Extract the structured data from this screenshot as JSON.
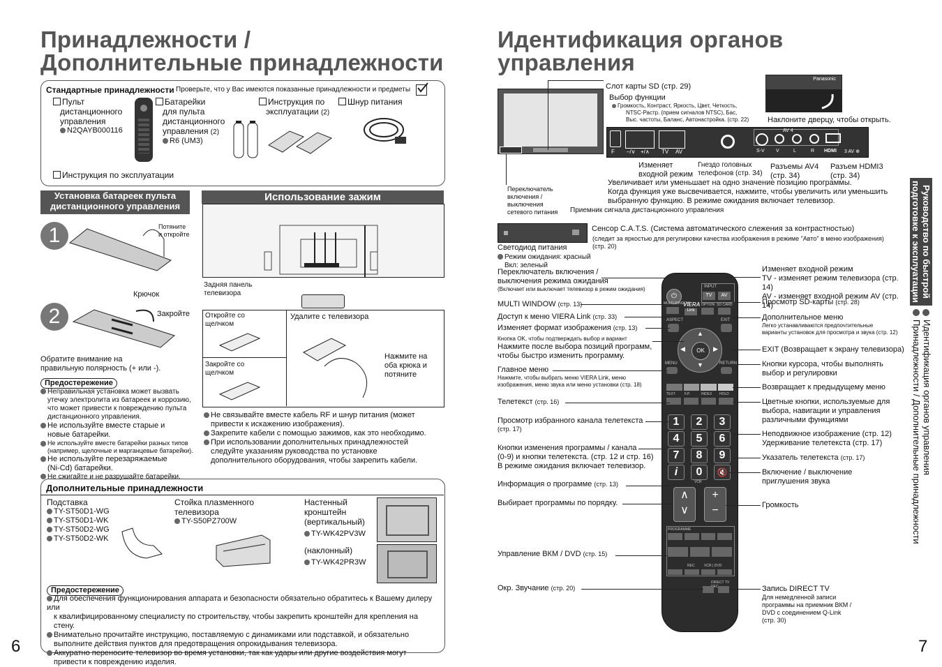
{
  "left": {
    "title_line1": "Принадлежности /",
    "title_line2": "Дополнительные принадлежности",
    "std": {
      "heading": "Стандартные принадлежности",
      "note": "Проверьте, что у Вас имеются показанные принадлежности и предметы",
      "remote": [
        "Пульт",
        "дистанционного",
        "управления"
      ],
      "remote_code": "N2QAYB000116",
      "batteries": [
        "Батарейки",
        "для пульта",
        "дистанционного"
      ],
      "batteries_line4": "управления",
      "batteries_count": "(2)",
      "batteries_code": "R6 (UM3)",
      "clamp": [
        "Инструкция по",
        "эксплуатации"
      ],
      "clamp_count": "(2)",
      "cord": "Шнур питания",
      "manual": "Инструкция по эксплуатации"
    },
    "battery": {
      "title1": "Установка батареек пульта",
      "title2": "дистанционного управления",
      "step1": "1",
      "step2": "2",
      "pull": [
        "Потяните",
        "и откройте"
      ],
      "hook": "Крючок",
      "close": "Закройте",
      "polarity": [
        "Обратите внимание на",
        "правильную полярность (+ или -)."
      ],
      "caution": "Предостережение",
      "bullets": [
        [
          "Неправильная установка может вызвать",
          "утечку электролита из батареек и коррозию,",
          "что может привести к повреждению пульта",
          "дистанционного управления."
        ],
        [
          "Не используйте вместе старые и",
          "новые батарейки."
        ],
        [
          "Не используйте вместе батарейки разных типов",
          "(например, щелочные и марганцевые батарейки)."
        ],
        [
          "Не используйте перезаряжаемые",
          "(Ni-Cd) батарейки."
        ],
        [
          "Не сжигайте и не разрушайте батарейки."
        ]
      ]
    },
    "clamp": {
      "title": "Использование зажим",
      "rear": [
        "Задняя панель",
        "телевизора"
      ],
      "open": [
        "Откройте со",
        "щелчком"
      ],
      "closeclick": [
        "Закройте со",
        "щелчком"
      ],
      "remove": "Удалите с телевизора",
      "press": [
        "Нажмите на",
        "оба крюка и",
        "потяните"
      ],
      "bullets": [
        [
          "Не связывайте вместе кабель RF и шнур питания (может",
          "привести к искажению изображения)."
        ],
        [
          "Закрепите кабели с помощью зажимов, как это необходимо."
        ],
        [
          "При использовании дополнительных принадлежностей",
          "следуйте указаниям руководства по установке",
          "дополнительного оборудования, чтобы закрепить кабели."
        ]
      ]
    },
    "opt": {
      "heading": "Дополнительные принадлежности",
      "stand": "Подставка",
      "stand_items": [
        "TY-ST50D1-WG",
        "TY-ST50D1-WK",
        "TY-ST50D2-WG",
        "TY-ST50D2-WK"
      ],
      "rack": [
        "Стойка плазменного",
        "телевизора"
      ],
      "rack_item": "TY-S50PZ700W",
      "wall": [
        "Настенный",
        "кронштейн",
        "(вертикальный)"
      ],
      "wall_item1": "TY-WK42PV3W",
      "tilt": "(наклонный)",
      "wall_item2": "TY-WK42PR3W",
      "caution": "Предостережение",
      "bullets": [
        [
          "Для обеспечения функционирования аппарата и безопасности обязательно обратитесь к Вашему дилеру или",
          "к квалифицированному специалисту по строительству, чтобы закрепить кронштейн для крепления на стену."
        ],
        [
          "Внимательно прочитайте инструкцию, поставляемую с динамиками или подставкой, и обязательно",
          "выполните действия пунктов для предотвращения опрокидывания телевизора."
        ],
        [
          "Аккуратно переносите телевизор во время установки, так как удары или другие воздействия могут",
          "привести к повреждению изделия."
        ]
      ]
    },
    "page": "6"
  },
  "right": {
    "title_line1": "Идентификация органов",
    "title_line2": "управления",
    "sd_slot": "Слот карты SD (стр. 29)",
    "func_select": "Выбор функции",
    "func_list": [
      "Громкость, Контраст, Яркость, Цвет, Четкость,",
      "NTSC-Растр. (прием сигналов NTSC), Бас,",
      "Выс. частоты, Баланс, Автонастройка. (стр. 22)"
    ],
    "tilt_door": "Наклоните дверцу, чтобы открыть.",
    "panel_labels": {
      "f": "F",
      "minus": "–/∨",
      "plus": "+/∧",
      "tv": "TV",
      "av": "AV",
      "av4": "AV 4",
      "hdmi": "HDMI",
      "av3": "3 AV ⊕",
      "sv": "S-V",
      "v": "V",
      "l": "L",
      "r": "R",
      "brand": "Panasonic"
    },
    "input_change": [
      "Изменяет",
      "входной режим"
    ],
    "headphones": [
      "Гнездо головных",
      "телефонов (стр. 34)"
    ],
    "av4_jacks": [
      "Разъемы AV4",
      "(стр. 34)"
    ],
    "hdmi3": [
      "Разъем HDMI3",
      "(стр. 34)"
    ],
    "incdec": [
      "Увеличивает или уменьшает на одно значение позицию программы.",
      "Когда функция уже высвечивается, нажмите, чтобы увеличить или уменьшить",
      "выбранную функцию. В режиме ожидания включает телевизор."
    ],
    "power_switch": [
      "Переключатель",
      "включения /",
      "выключения",
      "сетевого питания"
    ],
    "remote_sensor": "Приемник сигнала дистанционного управления",
    "cats": "Сенсор C.A.T.S. (Система автоматического слежения за контрастностью)",
    "cats_note": [
      "(следит за яркостью для регулировки качества изображения в режиме \"Авто\" в меню изображения)",
      "(стр. 20)"
    ],
    "led": "Светодиод питания",
    "led_standby": "Режим ожидания: красный",
    "led_on": "Вкл: зеленый",
    "remote_left": [
      {
        "t": [
          "Переключатель включения /",
          "выключения режима ожидания"
        ],
        "s": [
          "(Включает или выключает телевизор в режим ожидания)"
        ]
      },
      {
        "t": [
          "MULTI WINDOW"
        ],
        "n": "(стр. 13)"
      },
      {
        "t": [
          "Доступ к меню VIERA Link"
        ],
        "n": "(стр. 33)"
      },
      {
        "t": [
          "Изменяет формат изображения"
        ],
        "n": "(стр. 13)"
      },
      {
        "s": [
          "Кнопка OK, чтобы подтверждать выбор и вариант"
        ],
        "t": [
          "Нажмите после выбора позиций программ,",
          "чтобы быстро изменить программу."
        ]
      },
      {
        "t": [
          "Главное меню"
        ],
        "s": [
          "Нажмите, чтобы выбрать меню VIERA Link, меню",
          "изображения, меню звука или меню установки (стр. 18)"
        ]
      },
      {
        "t": [
          "Телетекст"
        ],
        "n": "(стр. 16)"
      },
      {
        "t": [
          "Просмотр избранного канала телетекста"
        ],
        "n": "(стр. 17)"
      },
      {
        "t": [
          "Кнопки изменения программы / канала",
          "(0-9) и кнопки телетекста. (стр. 12 и стр. 16)",
          "В режиме ожидания включает телевизор."
        ]
      },
      {
        "t": [
          "Информация о программе"
        ],
        "n": "(стр. 13)"
      },
      {
        "t": [
          "Выбирает программы по порядку."
        ]
      },
      {
        "t": [
          "Управление ВКМ / DVD"
        ],
        "n": "(стр. 15)"
      },
      {
        "t": [
          "Окр. Звучание"
        ],
        "n": "(стр. 20)"
      }
    ],
    "remote_right": [
      {
        "t": [
          "Изменяет входной режим",
          "TV - изменяет режим телевизора (стр. 14)",
          "AV - изменяет входной режим AV (стр. 14)"
        ]
      },
      {
        "t": [
          "Просмотр SD-карты"
        ],
        "n": "(стр. 28)"
      },
      {
        "t": [
          "Дополнительное меню"
        ],
        "s": [
          "Легко устанавливаются предпочтительные",
          "варианты установок для просмотра и звука (стр. 12)"
        ]
      },
      {
        "t": [
          "EXIT (Возвращает к экрану телевизора)"
        ]
      },
      {
        "t": [
          "Кнопки курсора, чтобы выполнять",
          "выбор и регулировки"
        ]
      },
      {
        "t": [
          "Возвращает к предыдущему меню"
        ]
      },
      {
        "t": [
          "Цветные кнопки, используемые для",
          "выбора, навигации и управления",
          "различными функциями"
        ]
      },
      {
        "t": [
          "Неподвижное изображение (стр. 12)",
          "Удерживание телетекста (стр. 17)"
        ]
      },
      {
        "t": [
          "Указатель телетекста"
        ],
        "n": "(стр. 17)"
      },
      {
        "t": [
          "Включение / выключение",
          "приглушения звука"
        ]
      },
      {
        "t": [
          "Громкость"
        ]
      },
      {
        "t": [
          "Запись DIRECT TV"
        ],
        "s": [
          "Для немедленной записи",
          "программы на приемник ВКМ /",
          "DVD с соединением Q-Link",
          "(стр. 30)"
        ]
      }
    ],
    "remote_keys": {
      "input": "INPUT",
      "tv": "TV",
      "av": "AV",
      "multi": "MULTI WINDOW",
      "viera": "VIERA",
      "link": "Link",
      "option": "OPTION",
      "sdcard": "SD CARD",
      "aspect": "ASPECT",
      "exit": "EXIT",
      "ok": "OK",
      "menu": "MENU",
      "return": "RETURN",
      "text": "TEXT",
      "ftp": "F.P.",
      "index": "INDEX",
      "hold": "HOLD",
      "vcr": "VCR",
      "programme": "PROGRAMME",
      "rec": "REC",
      "vcrdvd": "VCR | DVD",
      "direct": "DIRECT TV REC",
      "digits": [
        "1",
        "2",
        "3",
        "4",
        "5",
        "6",
        "7",
        "8",
        "9",
        "0"
      ],
      "info": "i"
    },
    "sidebar1": [
      "Руководство по быстрой",
      "подготовке к эксплуатации"
    ],
    "sidebar2": [
      "Идентификация органов управления",
      "Принадлежности / Дополнительные принадлежности"
    ],
    "page": "7"
  }
}
